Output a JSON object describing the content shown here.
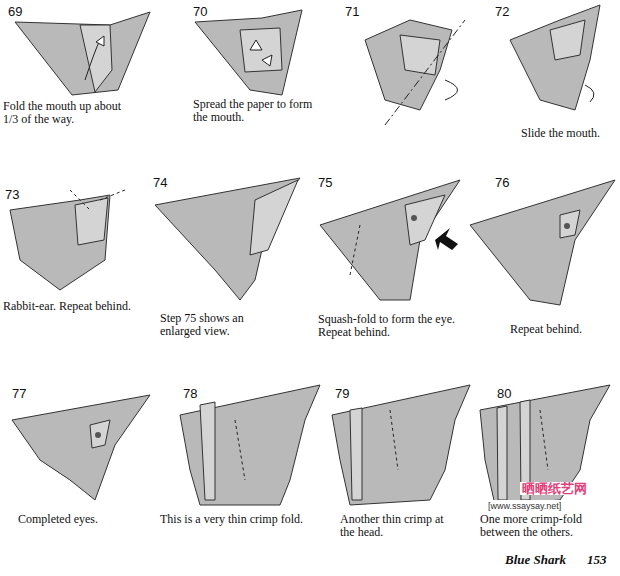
{
  "diagram": {
    "labels": [
      "69",
      "Fold the mouth up about 1/3 of the way.",
      "70",
      "Spread the paper to form the mouth.",
      "71",
      "72",
      "Slide the mouth.",
      "73",
      "Rabbit-ear. Repeat behind.",
      "74",
      "Step 75 shows an enlarged view.",
      "75",
      "Squash-fold to form the eye. Repeat behind.",
      "76",
      "Repeat behind.",
      "77",
      "Completed eyes.",
      "78",
      "This is a very thin crimp fold.",
      "79",
      "Another thin crimp at the head.",
      "80",
      "One more crimp-fold between the others.",
      "晒晒纸艺网",
      "[www.ssaysay.net]",
      "Blue Shark",
      "153"
    ]
  }
}
